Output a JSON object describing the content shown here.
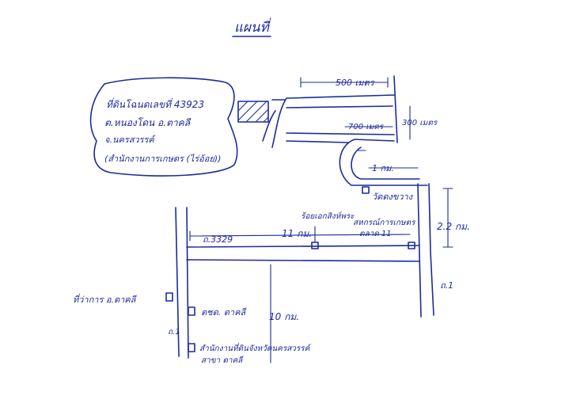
{
  "map": {
    "title": "แผนที่",
    "parcel_note": {
      "line1": "ที่ดินโฉนดเลขที่ 43923",
      "line2": "ต.หนองโดน อ.ตาคลี",
      "line3": "จ.นครสวรรค์",
      "line4": "(สำนักงานการเกษตร (ไร่อ้อย))"
    },
    "distances": {
      "top_road": "500 เมตร",
      "right_short": "300 เมตร",
      "mid_road": "700 เมตร",
      "curve_road": "1 กม.",
      "right_side": "2.2 กม.",
      "main_road": "11 กม.",
      "lower_road": "10 กม."
    },
    "places": {
      "upper_junction": "วัดดงขวาง",
      "school": "ร้อยเอกสิงห์พระ",
      "market": "สหกรณ์การเกษตร",
      "market_sub": "ตลาด 11",
      "district_office": "ที่ว่าการ อ.ตาคลี",
      "police": "ตชด. ตาคลี",
      "land_office": "สำนักงานที่ดินจังหวัดนครสวรรค์",
      "land_office_sub": "สาขา ตาคลี"
    },
    "roads": {
      "main": "ถ.3329",
      "right": "ถ.1",
      "left": "ถ.1"
    }
  }
}
